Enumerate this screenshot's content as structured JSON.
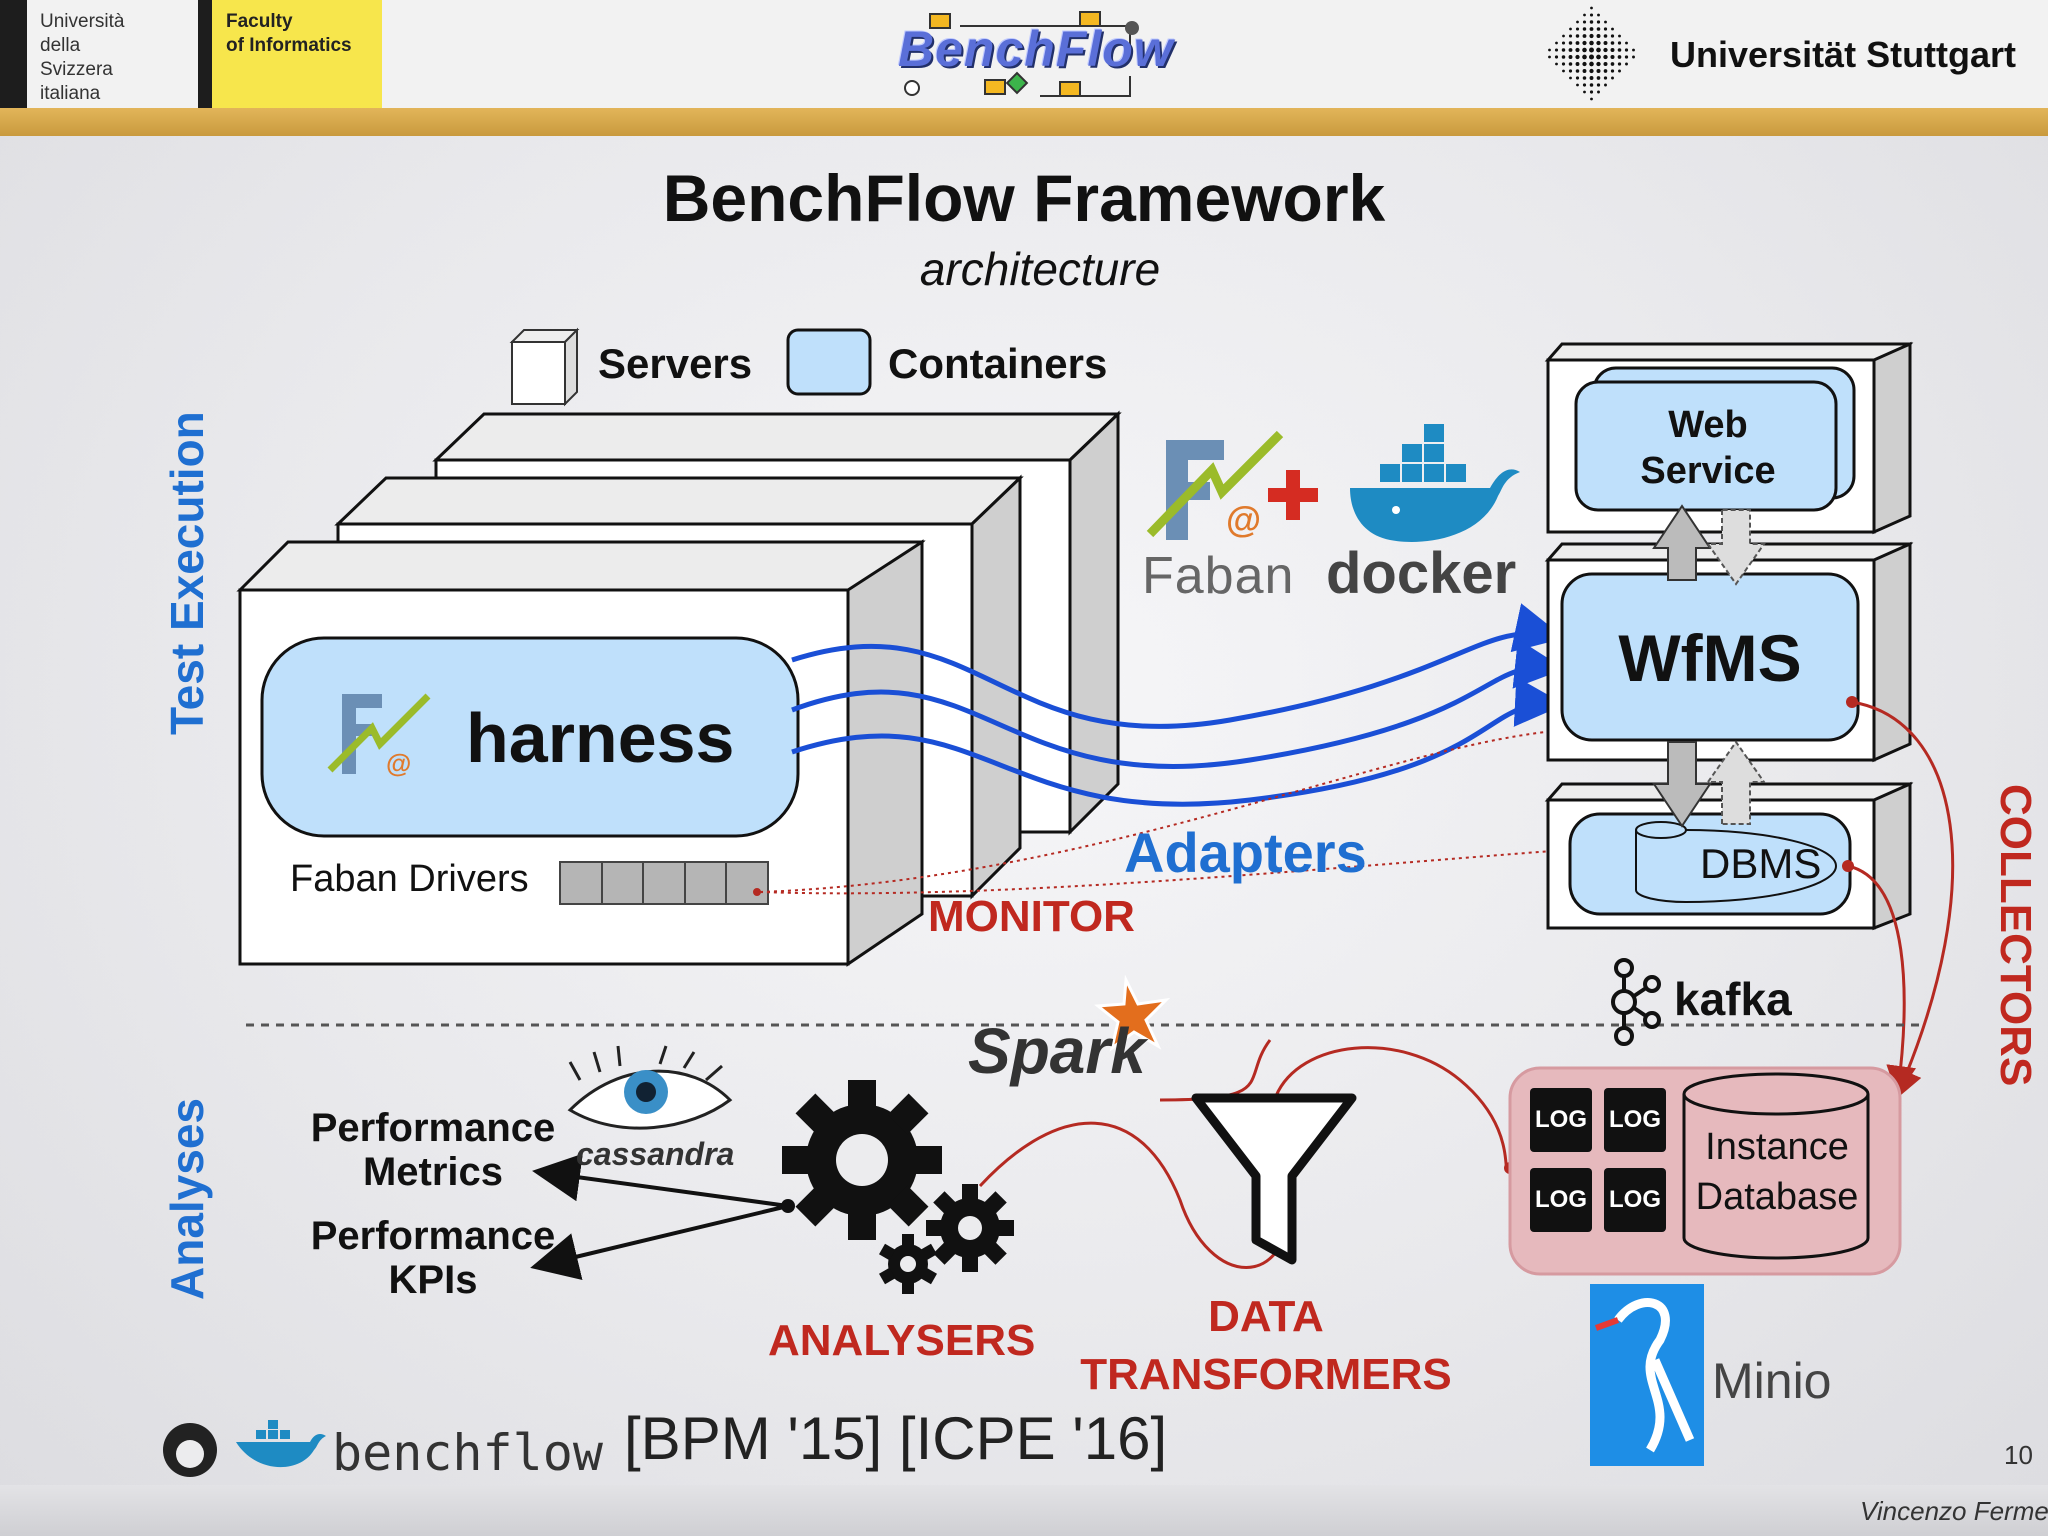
{
  "header": {
    "usi_name": "Università\ndella\nSvizzera\nitaliana",
    "faculty": "Faculty\nof Informatics",
    "benchflow_logo": "BenchFlow",
    "university": "Universität Stuttgart"
  },
  "title": "BenchFlow Framework",
  "subtitle": "architecture",
  "legend": {
    "servers": "Servers",
    "containers": "Containers"
  },
  "sections": {
    "test_execution": "Test Execution",
    "analyses": "Analyses",
    "collectors": "COLLECTORS"
  },
  "harness": {
    "label": "harness",
    "drivers": "Faban Drivers"
  },
  "logos": {
    "faban": "Faban",
    "docker": "docker",
    "kafka": "kafka",
    "spark": "Spark",
    "cassandra": "cassandra",
    "minio": "Minio"
  },
  "wfms_stack": {
    "web_service": "Web\nService",
    "wfms": "WfMS",
    "dbms": "DBMS"
  },
  "labels": {
    "adapters": "Adapters",
    "monitor": "MONITOR",
    "instance_db": "Instance\nDatabase",
    "log": "LOG",
    "perf_metrics": "Performance\nMetrics",
    "perf_kpis": "Performance\nKPIs",
    "analysers": "ANALYSERS",
    "data_transformers": "DATA\nTRANSFORMERS"
  },
  "footer": {
    "repo": "benchflow",
    "refs": "[BPM '15] [ICPE '16]",
    "page": "10",
    "author": "Vincenzo Ferme"
  },
  "colors": {
    "accent_blue": "#1f6fd1",
    "accent_red": "#c0281f",
    "container_fill": "#bfe0fb",
    "gold": "#d4a84a"
  }
}
